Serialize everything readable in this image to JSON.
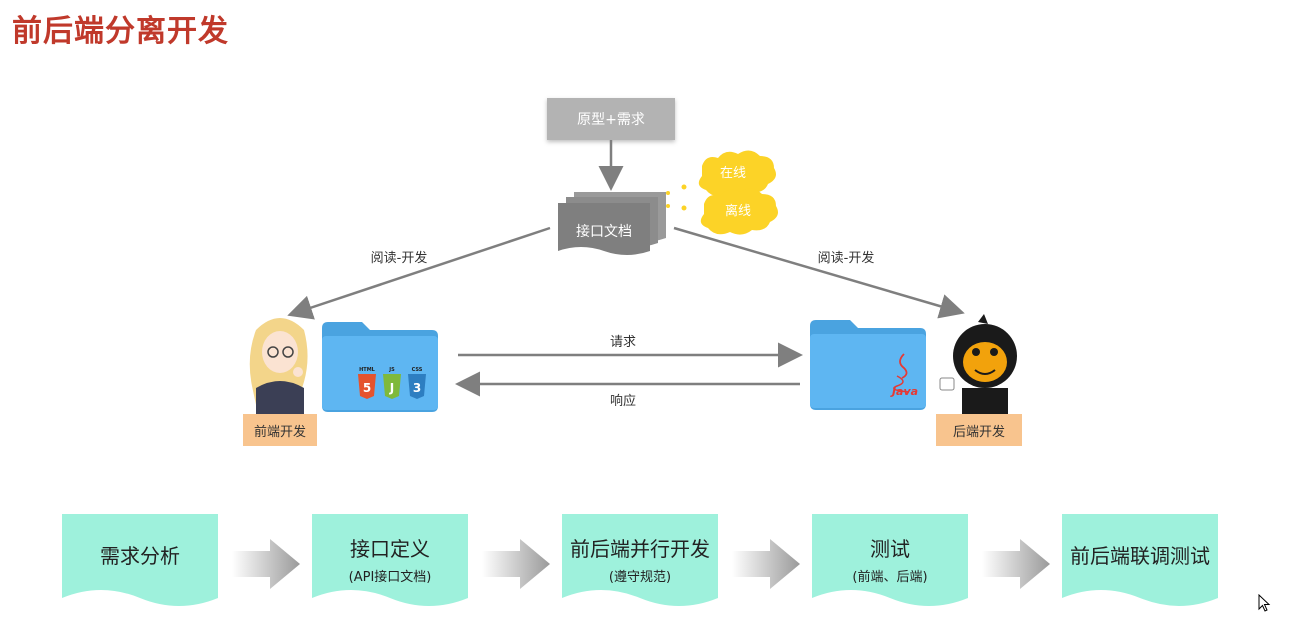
{
  "title": "前后端分离开发",
  "top_box": "原型+需求",
  "doc_box": "接口文档",
  "clouds": [
    "在线",
    "离线"
  ],
  "left_arrow_label": "阅读-开发",
  "right_arrow_label": "阅读-开发",
  "request_label": "请求",
  "response_label": "响应",
  "frontend_label": "前端开发",
  "backend_label": "后端开发",
  "frontend_badges": [
    "HTML",
    "JS",
    "CSS"
  ],
  "java_label": "Java",
  "flow": [
    {
      "main": "需求分析",
      "sub": ""
    },
    {
      "main": "接口定义",
      "sub": "(API接口文档)"
    },
    {
      "main": "前后端并行开发",
      "sub": "(遵守规范)"
    },
    {
      "main": "测试",
      "sub": "(前端、后端)"
    },
    {
      "main": "前后端联调测试",
      "sub": ""
    }
  ],
  "colors": {
    "title": "#c0392b",
    "gray_box": "#b3b3b3",
    "doc_box": "#7f7f7f",
    "cloud": "#fcd327",
    "folder": "#5eb6f2",
    "label_box": "#f8c48e",
    "flow_box": "#9ef1dc",
    "arrow": "#7f7f7f"
  }
}
